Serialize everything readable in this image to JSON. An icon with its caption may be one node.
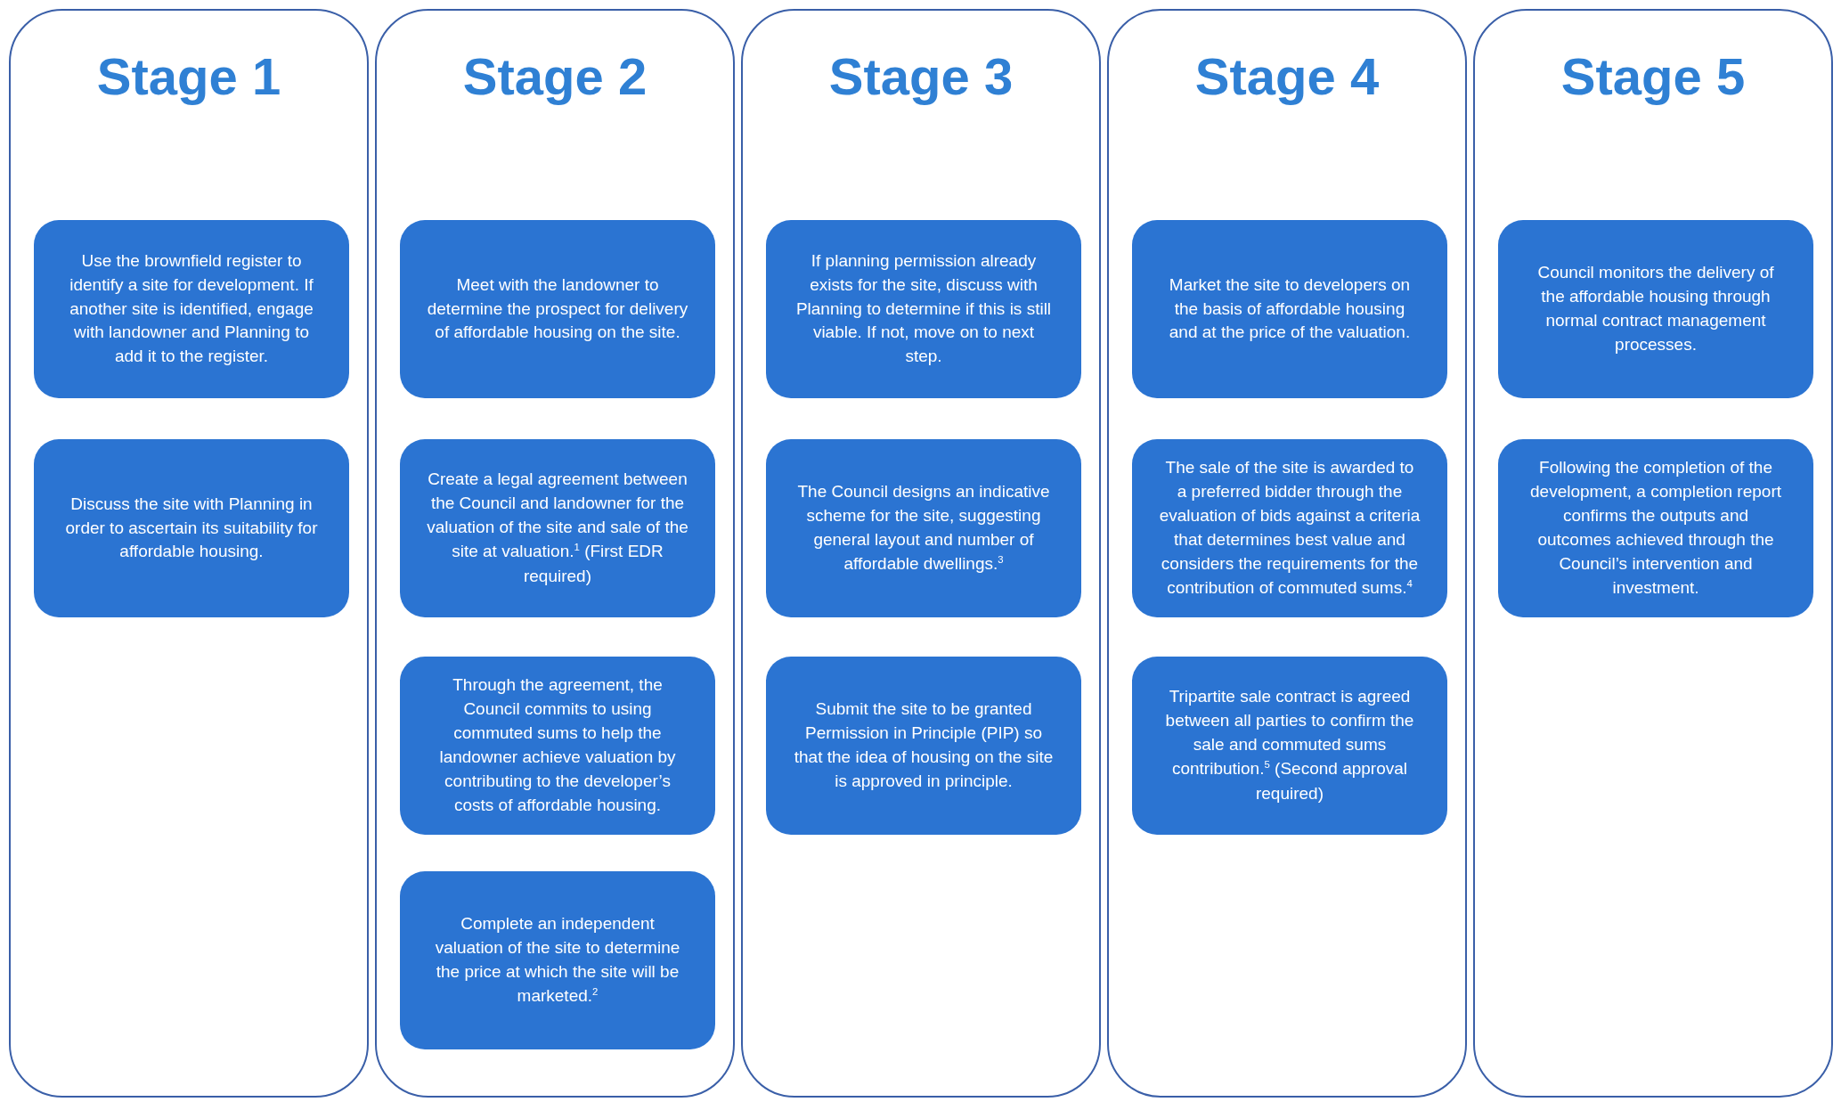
{
  "diagram": {
    "nodes": [
      {
        "text": [
          "Stage 1"
        ]
      },
      {
        "text": [
          "Use the brownfield register to identify a site for development. If another site is identified, engage with landowner and Planning to add it to the register."
        ],
        "in": 0
      },
      {
        "text": [
          "Discuss the site with Planning in order to ascertain its suitability for affordable housing."
        ],
        "in": 0
      },
      {
        "text": [
          "Stage 2"
        ]
      },
      {
        "text": [
          "Meet with the landowner to determine the prospect for delivery of affordable housing on the site."
        ],
        "in": 3
      },
      {
        "text": [
          "Create a legal agreement between the Council and landowner for the valuation of the site and sale of the site at valuation.$^{1}$ (First EDR required)"
        ],
        "in": 3
      },
      {
        "text": [
          "Through the agreement, the Council commits to using commuted sums to help the landowner achieve valuation by contributing to the developer’s costs of affordable housing."
        ],
        "in": 3
      },
      {
        "text": [
          "Complete an independent valuation of the site to determine the price at which the site will be marketed.$^{2}$"
        ],
        "in": 3
      },
      {
        "text": [
          "Stage 3"
        ]
      },
      {
        "text": [
          "If planning permission already exists for the site, discuss with Planning to determine if this is still viable. If not, move on to next step."
        ],
        "in": 8
      },
      {
        "text": [
          "The Council designs an indicative scheme for the site, suggesting general layout and number of affordable dwellings.$^{3}$"
        ],
        "in": 8
      },
      {
        "text": [
          "Submit the site to be granted Permission in Principle (PIP) so that the idea of housing on the site is approved in principle."
        ],
        "in": 8
      },
      {
        "text": [
          "Stage 4"
        ]
      },
      {
        "text": [
          "Market the site to developers on the basis of affordable housing and at the price of the valuation."
        ],
        "in": 12
      },
      {
        "text": [
          "The sale of the site is awarded to a preferred bidder through the evaluation of bids against a criteria that determines best value and considers the requirements for the contribution of commuted sums.$^{4}$"
        ],
        "in": 12
      },
      {
        "text": [
          "Tripartite sale contract is agreed between all parties to confirm the sale and commuted sums contribution.$^{5}$ (Second approval required)"
        ],
        "in": 12
      },
      {
        "text": [
          "Stage 5"
        ]
      },
      {
        "text": [
          "Council monitors the delivery of the affordable housing through normal contract management processes."
        ],
        "in": 16
      },
      {
        "text": [
          "Following the completion of the development, a completion report confirms the outputs and outcomes achieved through the Council’s intervention and investment."
        ],
        "in": 16
      }
    ]
  }
}
